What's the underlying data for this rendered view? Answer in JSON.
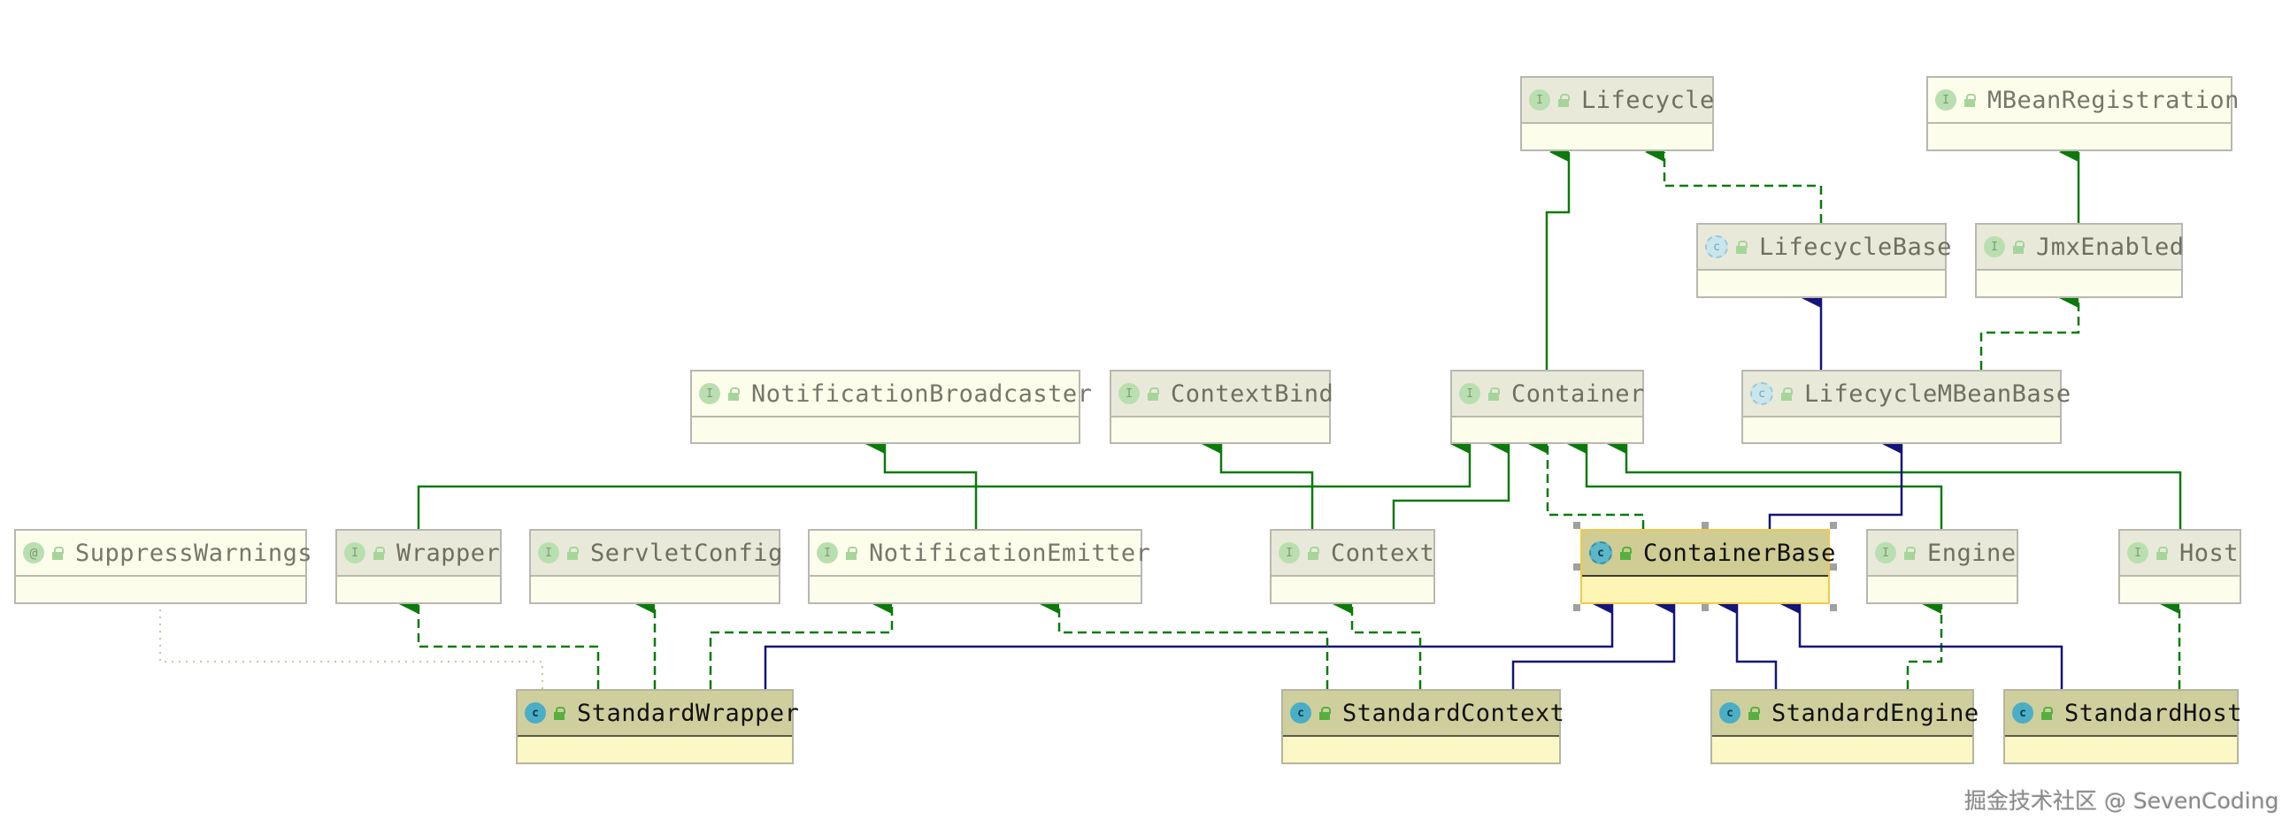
{
  "diagram": {
    "title": "Tomcat Container class hierarchy",
    "nodes": [
      {
        "id": "Lifecycle",
        "label": "Lifecycle",
        "kind": "interface",
        "icon": "interface-icon"
      },
      {
        "id": "MBeanRegistration",
        "label": "MBeanRegistration",
        "kind": "jdk-interface",
        "icon": "interface-icon"
      },
      {
        "id": "LifecycleBase",
        "label": "LifecycleBase",
        "kind": "abstract-class",
        "icon": "abstract-class-icon"
      },
      {
        "id": "JmxEnabled",
        "label": "JmxEnabled",
        "kind": "interface",
        "icon": "interface-icon"
      },
      {
        "id": "NotificationBroadcaster",
        "label": "NotificationBroadcaster",
        "kind": "jdk-interface",
        "icon": "interface-icon"
      },
      {
        "id": "ContextBind",
        "label": "ContextBind",
        "kind": "interface",
        "icon": "interface-icon"
      },
      {
        "id": "Container",
        "label": "Container",
        "kind": "interface",
        "icon": "interface-icon"
      },
      {
        "id": "LifecycleMBeanBase",
        "label": "LifecycleMBeanBase",
        "kind": "abstract-class",
        "icon": "abstract-class-icon"
      },
      {
        "id": "SuppressWarnings",
        "label": "SuppressWarnings",
        "kind": "annotation",
        "icon": "annotation-icon"
      },
      {
        "id": "Wrapper",
        "label": "Wrapper",
        "kind": "interface",
        "icon": "interface-icon"
      },
      {
        "id": "ServletConfig",
        "label": "ServletConfig",
        "kind": "interface",
        "icon": "interface-icon"
      },
      {
        "id": "NotificationEmitter",
        "label": "NotificationEmitter",
        "kind": "jdk-interface",
        "icon": "interface-icon"
      },
      {
        "id": "Context",
        "label": "Context",
        "kind": "interface",
        "icon": "interface-icon"
      },
      {
        "id": "ContainerBase",
        "label": "ContainerBase",
        "kind": "abstract-class-selected",
        "icon": "abstract-class-icon",
        "selected": true
      },
      {
        "id": "Engine",
        "label": "Engine",
        "kind": "interface",
        "icon": "interface-icon"
      },
      {
        "id": "Host",
        "label": "Host",
        "kind": "interface",
        "icon": "interface-icon"
      },
      {
        "id": "StandardWrapper",
        "label": "StandardWrapper",
        "kind": "class",
        "icon": "class-icon"
      },
      {
        "id": "StandardContext",
        "label": "StandardContext",
        "kind": "class",
        "icon": "class-icon"
      },
      {
        "id": "StandardEngine",
        "label": "StandardEngine",
        "kind": "class",
        "icon": "class-icon"
      },
      {
        "id": "StandardHost",
        "label": "StandardHost",
        "kind": "class",
        "icon": "class-icon"
      }
    ],
    "edges": [
      {
        "from": "Container",
        "to": "Lifecycle",
        "type": "interface-extends"
      },
      {
        "from": "LifecycleBase",
        "to": "Lifecycle",
        "type": "implements"
      },
      {
        "from": "JmxEnabled",
        "to": "MBeanRegistration",
        "type": "interface-extends"
      },
      {
        "from": "LifecycleMBeanBase",
        "to": "LifecycleBase",
        "type": "class-extends"
      },
      {
        "from": "LifecycleMBeanBase",
        "to": "JmxEnabled",
        "type": "implements"
      },
      {
        "from": "NotificationEmitter",
        "to": "NotificationBroadcaster",
        "type": "interface-extends"
      },
      {
        "from": "Context",
        "to": "ContextBind",
        "type": "interface-extends"
      },
      {
        "from": "Wrapper",
        "to": "Container",
        "type": "interface-extends"
      },
      {
        "from": "Context",
        "to": "Container",
        "type": "interface-extends"
      },
      {
        "from": "ContainerBase",
        "to": "Container",
        "type": "implements"
      },
      {
        "from": "Engine",
        "to": "Container",
        "type": "interface-extends"
      },
      {
        "from": "Host",
        "to": "Container",
        "type": "interface-extends"
      },
      {
        "from": "ContainerBase",
        "to": "LifecycleMBeanBase",
        "type": "class-extends"
      },
      {
        "from": "StandardWrapper",
        "to": "SuppressWarnings",
        "type": "annotated"
      },
      {
        "from": "StandardWrapper",
        "to": "Wrapper",
        "type": "implements"
      },
      {
        "from": "StandardWrapper",
        "to": "ServletConfig",
        "type": "implements"
      },
      {
        "from": "StandardWrapper",
        "to": "NotificationEmitter",
        "type": "implements"
      },
      {
        "from": "StandardWrapper",
        "to": "ContainerBase",
        "type": "class-extends"
      },
      {
        "from": "StandardContext",
        "to": "NotificationEmitter",
        "type": "implements"
      },
      {
        "from": "StandardContext",
        "to": "Context",
        "type": "implements"
      },
      {
        "from": "StandardContext",
        "to": "ContainerBase",
        "type": "class-extends"
      },
      {
        "from": "StandardEngine",
        "to": "ContainerBase",
        "type": "class-extends"
      },
      {
        "from": "StandardEngine",
        "to": "Engine",
        "type": "implements"
      },
      {
        "from": "StandardHost",
        "to": "ContainerBase",
        "type": "class-extends"
      },
      {
        "from": "StandardHost",
        "to": "Host",
        "type": "implements"
      }
    ],
    "colors": {
      "interface_edge": "#0b7a0b",
      "class_edge": "#14147a",
      "annotation_edge": "#c8c8a0",
      "selection_border": "#f2c94c"
    }
  },
  "watermark": "掘金技术社区 @ SevenCoding",
  "icon_glyphs": {
    "interface": "I",
    "annotation": "@",
    "class": "c"
  }
}
